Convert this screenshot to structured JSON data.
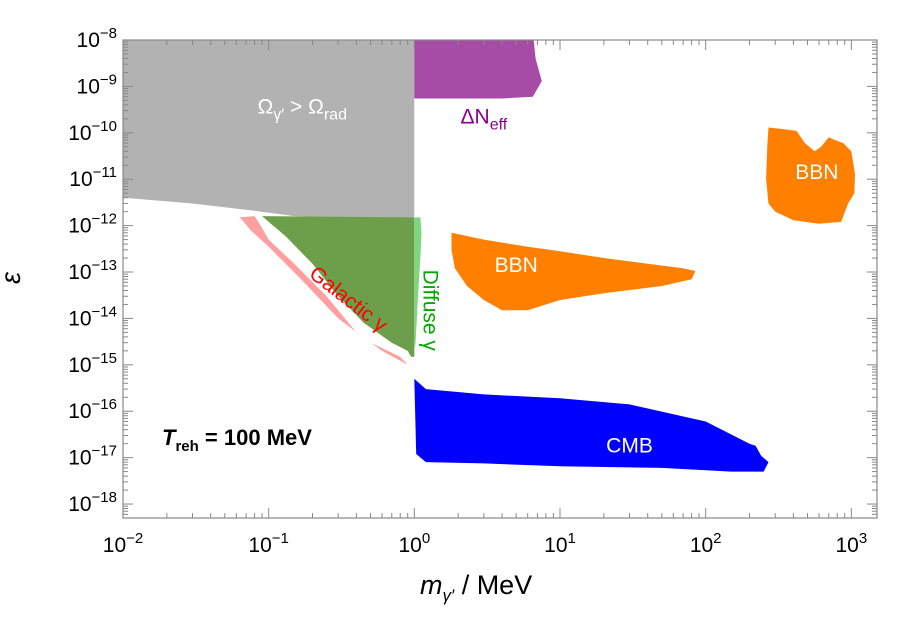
{
  "chart_data": {
    "type": "area",
    "xscale": "log",
    "yscale": "log",
    "xlim": [
      0.01,
      1500
    ],
    "ylim": [
      5e-19,
      1e-08
    ],
    "xlabel": {
      "main": "m",
      "sub": "γ′",
      "unit": " / MeV"
    },
    "ylabel": "ε",
    "x_ticks": [
      {
        "base": "10",
        "exp": "−2",
        "value": 0.01
      },
      {
        "base": "10",
        "exp": "−1",
        "value": 0.1
      },
      {
        "base": "10",
        "exp": "0",
        "value": 1
      },
      {
        "base": "10",
        "exp": "1",
        "value": 10
      },
      {
        "base": "10",
        "exp": "2",
        "value": 100
      },
      {
        "base": "10",
        "exp": "3",
        "value": 1000
      }
    ],
    "y_ticks": [
      {
        "base": "10",
        "exp": "−8",
        "value": 1e-08
      },
      {
        "base": "10",
        "exp": "−9",
        "value": 1e-09
      },
      {
        "base": "10",
        "exp": "−10",
        "value": 1e-10
      },
      {
        "base": "10",
        "exp": "−11",
        "value": 1e-11
      },
      {
        "base": "10",
        "exp": "−12",
        "value": 1e-12
      },
      {
        "base": "10",
        "exp": "−13",
        "value": 1e-13
      },
      {
        "base": "10",
        "exp": "−14",
        "value": 1e-14
      },
      {
        "base": "10",
        "exp": "−15",
        "value": 1e-15
      },
      {
        "base": "10",
        "exp": "−16",
        "value": 1e-16
      },
      {
        "base": "10",
        "exp": "−17",
        "value": 1e-17
      },
      {
        "base": "10",
        "exp": "−18",
        "value": 1e-18
      }
    ],
    "annotation": {
      "main": "T",
      "sub": "reh",
      "rest": " = 100 MeV"
    },
    "regions": [
      {
        "id": "omega",
        "color": "#b2b2b2",
        "polygon": [
          [
            0.01,
            1e-08
          ],
          [
            1,
            1e-08
          ],
          [
            1,
            1.5e-12
          ],
          [
            0.4,
            1.45e-12
          ],
          [
            0.15,
            1.6e-12
          ],
          [
            0.07,
            2.2e-12
          ],
          [
            0.03,
            3e-12
          ],
          [
            0.01,
            4e-12
          ]
        ]
      },
      {
        "id": "dneff",
        "color": "#a64ca6",
        "polygon": [
          [
            1,
            1e-08
          ],
          [
            6.6,
            1e-08
          ],
          [
            6.8,
            4e-09
          ],
          [
            7.5,
            1.3e-09
          ],
          [
            6.5,
            6e-10
          ],
          [
            4,
            5.5e-10
          ],
          [
            1,
            5.5e-10
          ]
        ]
      },
      {
        "id": "galactic",
        "color": "#ff9f9f",
        "polygon": [
          [
            0.063,
            1.5e-12
          ],
          [
            0.066,
            1.3e-12
          ],
          [
            0.075,
            8e-13
          ],
          [
            0.1,
            3.5e-13
          ],
          [
            0.16,
            8e-14
          ],
          [
            0.3,
            1e-14
          ],
          [
            0.5,
            3e-15
          ],
          [
            0.8,
            1.5e-15
          ],
          [
            0.9,
            1e-15
          ],
          [
            0.6,
            2e-15
          ],
          [
            0.4,
            5e-15
          ],
          [
            0.25,
            3e-14
          ],
          [
            0.15,
            1.5e-13
          ],
          [
            0.1,
            5e-13
          ],
          [
            0.085,
            1.2e-12
          ],
          [
            0.08,
            1.6e-12
          ]
        ]
      },
      {
        "id": "green",
        "color": "#6d9e4a",
        "polygon": [
          [
            0.09,
            1.6e-12
          ],
          [
            0.1,
            1.2e-12
          ],
          [
            0.13,
            6e-13
          ],
          [
            0.2,
            1.5e-13
          ],
          [
            0.3,
            3e-14
          ],
          [
            0.45,
            8e-15
          ],
          [
            0.7,
            3e-15
          ],
          [
            0.9,
            2e-15
          ],
          [
            0.95,
            1.5e-15
          ],
          [
            1,
            1.5e-15
          ],
          [
            1,
            1.5e-12
          ]
        ]
      },
      {
        "id": "diffuse",
        "color": "#7fd67f",
        "polygon": [
          [
            0.9,
            1.5e-12
          ],
          [
            1.1,
            1.5e-12
          ],
          [
            1.12,
            7e-13
          ],
          [
            1.1,
            2e-13
          ],
          [
            1.06,
            3e-14
          ],
          [
            1.02,
            3e-15
          ],
          [
            1,
            2e-15
          ],
          [
            1,
            1.5e-12
          ]
        ]
      },
      {
        "id": "cmb",
        "color": "#0000ff",
        "polygon": [
          [
            1,
            5e-16
          ],
          [
            1.2,
            3e-16
          ],
          [
            3,
            2.3e-16
          ],
          [
            10,
            1.9e-16
          ],
          [
            30,
            1.4e-16
          ],
          [
            100,
            6e-17
          ],
          [
            200,
            2e-17
          ],
          [
            220,
            1.8e-17
          ],
          [
            240,
            1.1e-17
          ],
          [
            270,
            8e-18
          ],
          [
            250,
            5e-18
          ],
          [
            150,
            5e-18
          ],
          [
            50,
            6e-18
          ],
          [
            10,
            6.5e-18
          ],
          [
            3,
            7.5e-18
          ],
          [
            1.2,
            8e-18
          ],
          [
            1.03,
            1.2e-17
          ]
        ]
      },
      {
        "id": "bbn1",
        "color": "#ff7f00",
        "polygon": [
          [
            1.8,
            7e-13
          ],
          [
            3,
            5e-13
          ],
          [
            6,
            3.5e-13
          ],
          [
            10,
            2.8e-13
          ],
          [
            20,
            2e-13
          ],
          [
            40,
            1.5e-13
          ],
          [
            70,
            1.2e-13
          ],
          [
            85,
            1.05e-13
          ],
          [
            80,
            7e-14
          ],
          [
            50,
            5e-14
          ],
          [
            20,
            3.5e-14
          ],
          [
            10,
            2.5e-14
          ],
          [
            6,
            1.5e-14
          ],
          [
            4,
            1.5e-14
          ],
          [
            3,
            2.5e-14
          ],
          [
            2.3,
            5e-14
          ],
          [
            1.9,
            1.2e-13
          ],
          [
            1.8,
            3e-13
          ]
        ]
      },
      {
        "id": "bbn2",
        "color": "#ff7f00",
        "polygon": [
          [
            270,
            1.3e-10
          ],
          [
            340,
            1.2e-10
          ],
          [
            420,
            1.1e-10
          ],
          [
            480,
            6e-11
          ],
          [
            560,
            4e-11
          ],
          [
            620,
            5e-11
          ],
          [
            700,
            8e-11
          ],
          [
            770,
            7e-11
          ],
          [
            880,
            6e-11
          ],
          [
            1000,
            4e-11
          ],
          [
            1060,
            1.3e-11
          ],
          [
            1050,
            5e-12
          ],
          [
            950,
            3e-12
          ],
          [
            850,
            1.2e-12
          ],
          [
            600,
            1.1e-12
          ],
          [
            400,
            1.3e-12
          ],
          [
            300,
            2e-12
          ],
          [
            270,
            3e-12
          ],
          [
            260,
            1e-11
          ],
          [
            265,
            5e-11
          ]
        ]
      }
    ],
    "region_labels": [
      {
        "id": "omega",
        "color": "#ffffff",
        "x": 0.17,
        "y": 2.6e-10,
        "parts": [
          {
            "t": "Ω"
          },
          {
            "t": "γ′",
            "sub": true
          },
          {
            "t": " > Ω"
          },
          {
            "t": "rad",
            "sub": true
          }
        ]
      },
      {
        "id": "dneff",
        "color": "#8b008b",
        "x": 3.0,
        "y": 1.6e-10,
        "parts": [
          {
            "t": "ΔN"
          },
          {
            "t": "eff",
            "sub": true
          }
        ]
      },
      {
        "id": "bbn-mid",
        "color": "#ffffff",
        "x": 5.0,
        "y": 1e-13,
        "parts": [
          {
            "t": "BBN"
          }
        ]
      },
      {
        "id": "bbn-right",
        "color": "#ffffff",
        "x": 580,
        "y": 1e-11,
        "parts": [
          {
            "t": "BBN"
          }
        ]
      },
      {
        "id": "cmb",
        "color": "#ffffff",
        "x": 30,
        "y": 1.3e-17,
        "parts": [
          {
            "t": "CMB"
          }
        ]
      },
      {
        "id": "galactic",
        "color": "#ff0000",
        "x": 0.33,
        "y": 2e-14,
        "rotate": 38,
        "parts": [
          {
            "t": "Galactic γ"
          }
        ]
      },
      {
        "id": "diffuse",
        "color": "#00aa00",
        "x": 1.16,
        "y": 1.5e-14,
        "rotate": 90,
        "parts": [
          {
            "t": "Diffuse γ"
          }
        ]
      }
    ]
  }
}
